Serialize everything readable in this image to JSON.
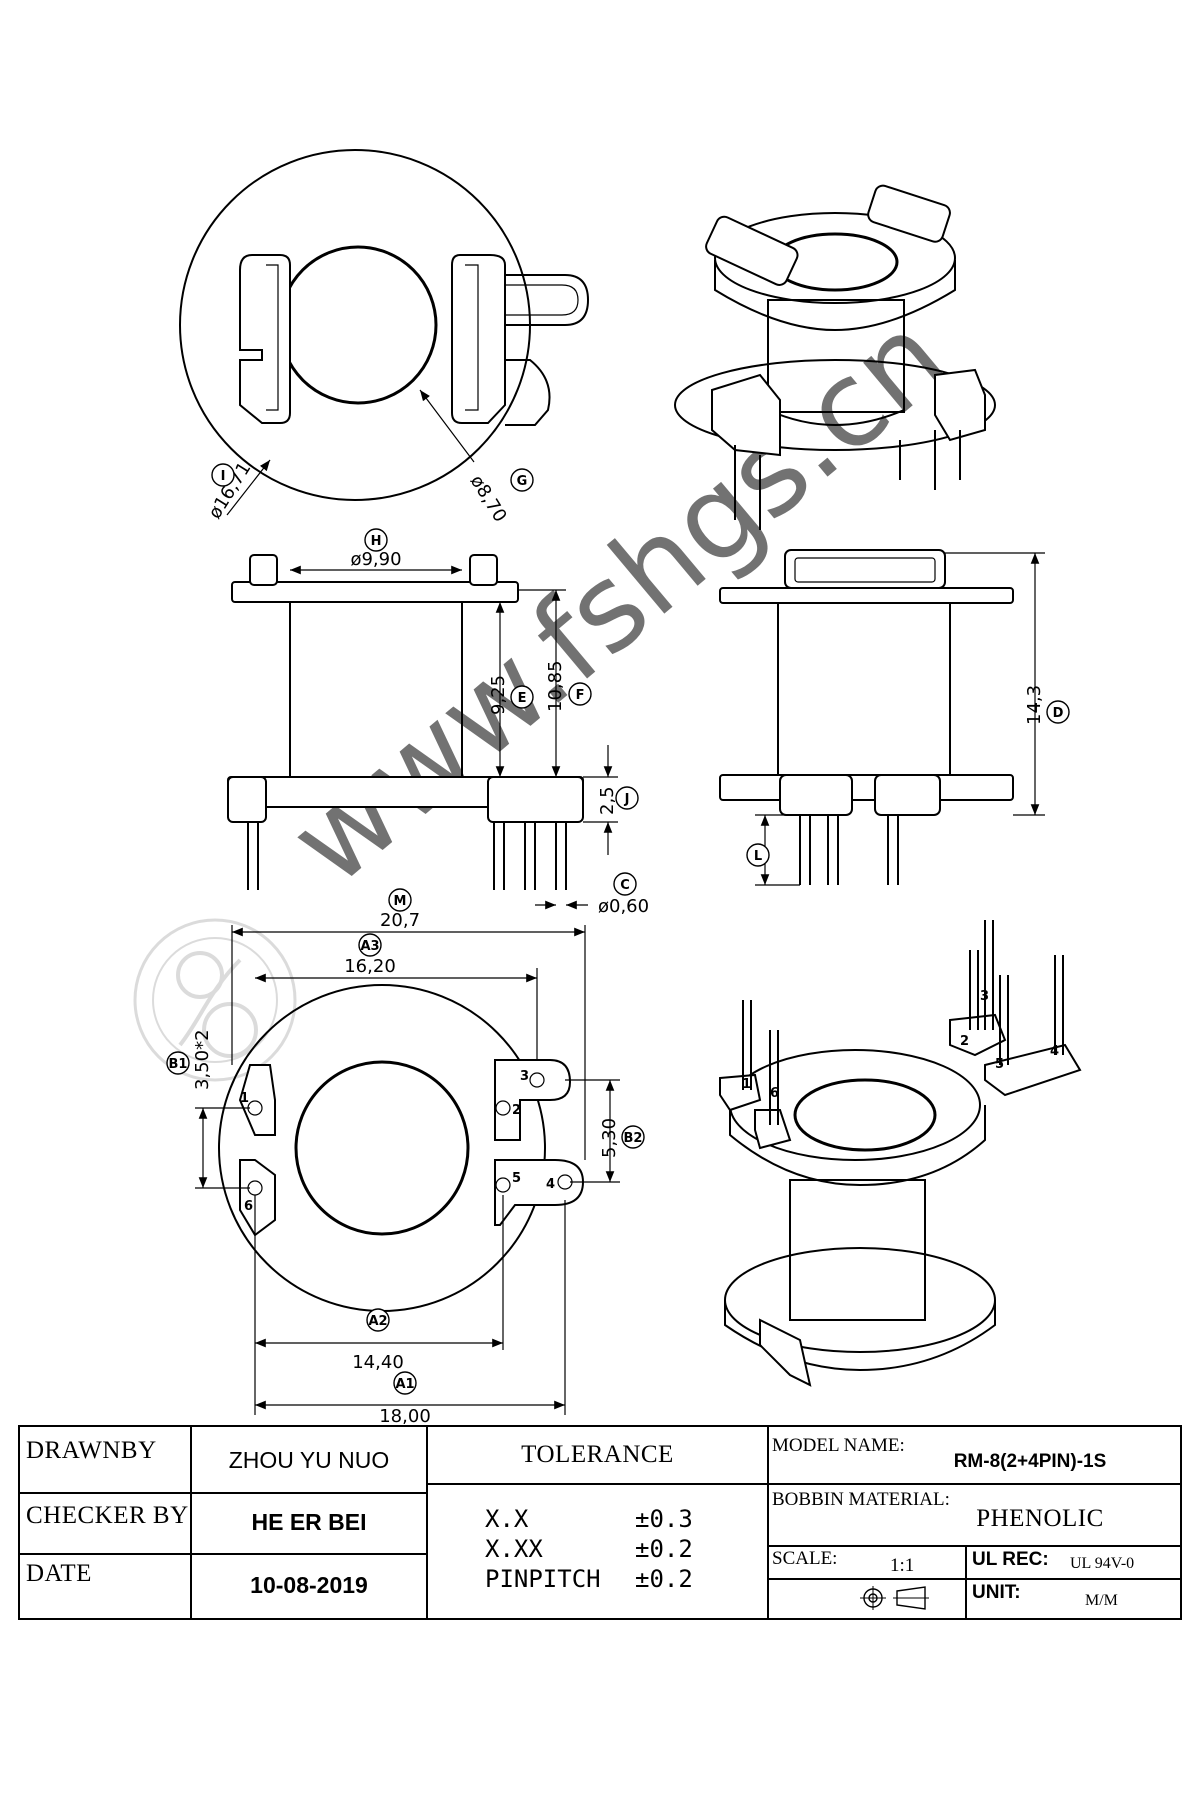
{
  "dimensions": {
    "I_dia": "ø16,71",
    "G_dia": "ø8,70",
    "H_dia": "ø9,90",
    "E_len": "9,25",
    "F_len": "10,85",
    "J_len": "2,5",
    "D_len": "14,3",
    "C_dia": "ø0,60",
    "M_len": "20,7",
    "A3_len": "16,20",
    "B1_len": "3,50*2",
    "B2_len": "5,30",
    "A2_len": "14,40",
    "A1_len": "18,00"
  },
  "callouts": {
    "I": "I",
    "G": "G",
    "H": "H",
    "E": "E",
    "F": "F",
    "J": "J",
    "D": "D",
    "L": "L",
    "C": "C",
    "M": "M",
    "A3": "A3",
    "B1": "B1",
    "B2": "B2",
    "A2": "A2",
    "A1": "A1"
  },
  "pins": [
    "1",
    "2",
    "3",
    "4",
    "5",
    "6"
  ],
  "watermark": "www.fshgs.cn",
  "title_block": {
    "drawn_by_label": "DRAWNBY",
    "drawn_by_value": "ZHOU YU NUO",
    "checker_label": "CHECKER BY",
    "checker_value": "HE ER BEI",
    "date_label": "DATE",
    "date_value": "10-08-2019",
    "tolerance_label": "TOLERANCE",
    "tolerance_rows": [
      {
        "key": "X.X",
        "value": "±0.3"
      },
      {
        "key": "X.XX",
        "value": "±0.2"
      },
      {
        "key": "PINPITCH",
        "value": "±0.2"
      }
    ],
    "model_name_label": "MODEL NAME:",
    "model_name_value": "RM-8(2+4PIN)-1S",
    "bobbin_material_label": "BOBBIN MATERIAL:",
    "bobbin_material_value": "PHENOLIC",
    "scale_label": "SCALE:",
    "scale_value": "1:1",
    "ul_rec_label": "UL REC:",
    "ul_rec_value": "UL 94V-0",
    "unit_label": "UNIT:",
    "unit_value": "M/M"
  }
}
